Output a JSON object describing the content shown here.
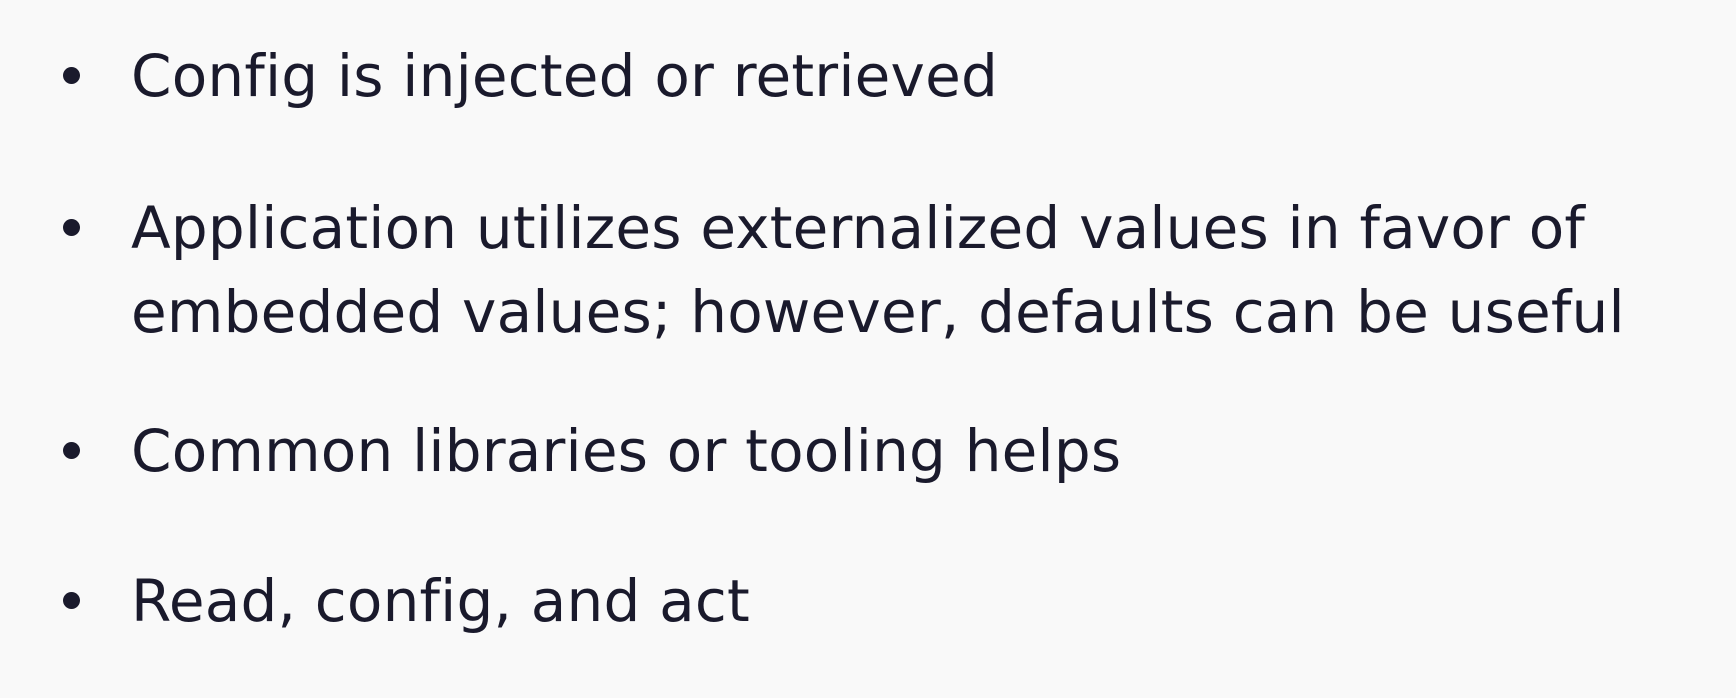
{
  "slide": {
    "bullets": [
      {
        "text": "Config is injected or retrieved"
      },
      {
        "line1": "Application utilizes externalized values in favor of",
        "line2": "embedded values; however, defaults can be useful"
      },
      {
        "text": "Common libraries or tooling helps"
      },
      {
        "text": "Read, config, and act"
      }
    ]
  },
  "colors": {
    "background": "#f9f9f9",
    "text": "#1a1a2c"
  }
}
